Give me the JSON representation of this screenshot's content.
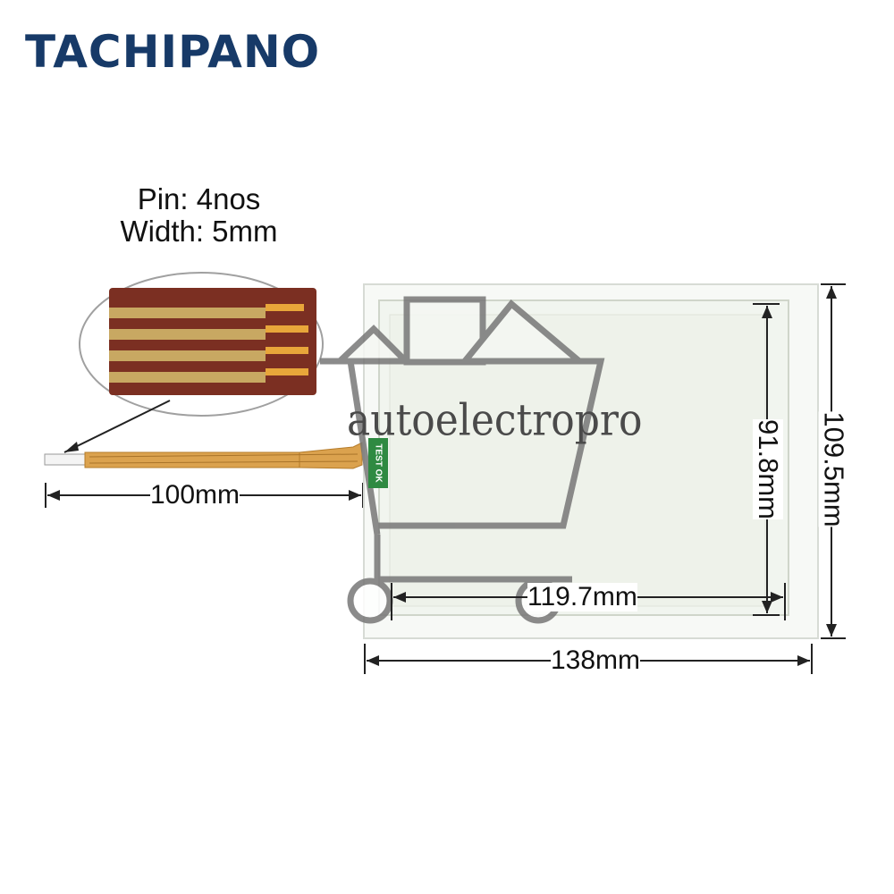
{
  "logo": {
    "text": "TACHIPANO"
  },
  "connector": {
    "pin_text": "Pin: 4nos",
    "width_text": "Width: 5mm",
    "test_label": "TEST OK"
  },
  "dimensions": {
    "cable_length": "100mm",
    "panel_width": "138mm",
    "active_width": "119.7mm",
    "active_height": "91.8mm",
    "panel_height": "109.5mm"
  },
  "watermark": {
    "text": "autoelectropro"
  },
  "colors": {
    "logo": "#173a68",
    "logo_gear": "#3f97c5",
    "ribbon_base": "#7b2f22",
    "ribbon_contact": "#c8a862",
    "flex_cable": "#d8a048",
    "test_tag": "#2f8a42"
  }
}
